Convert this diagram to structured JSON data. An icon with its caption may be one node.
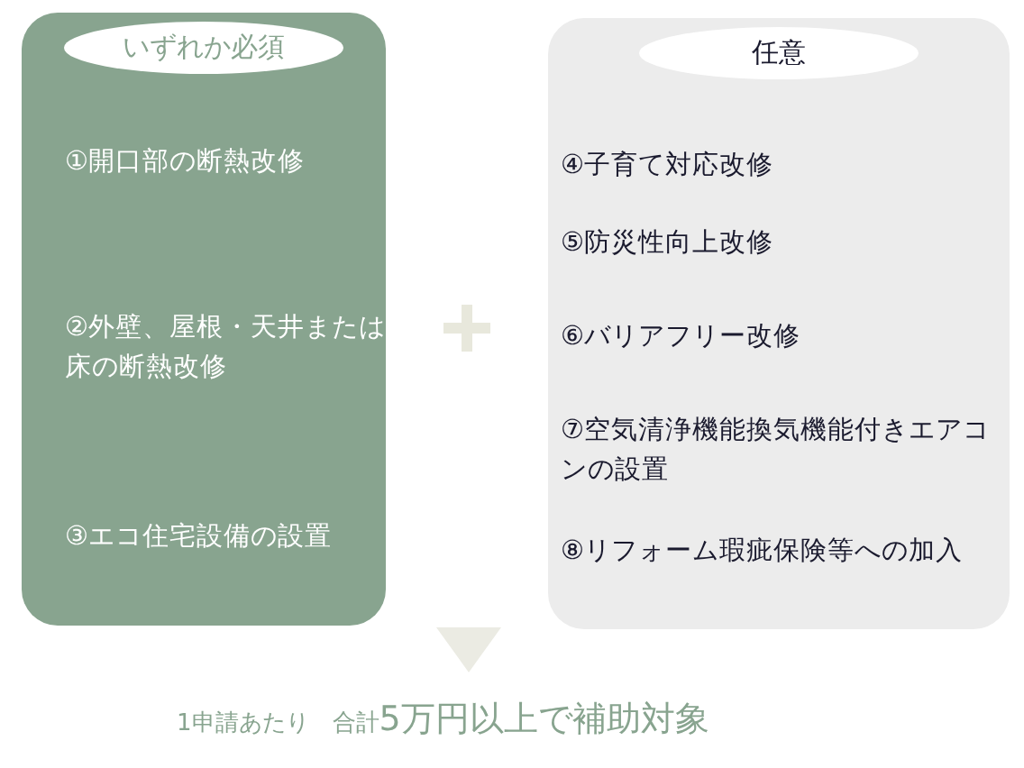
{
  "diagram": {
    "nodes": [
      {
        "text": [
          "いずれか必須",
          "①開口部の断熱改修",
          "②外壁、屋根・天井または床の断熱改修",
          "③エコ住宅設備の設置"
        ]
      },
      {
        "text": [
          "任意",
          "④子育て対応改修",
          "⑤防災性向上改修",
          "⑥バリアフリー改修",
          "⑦空気清浄機能換気機能付きエアコンの設置",
          "⑧リフォーム瑕疵保険等への加入"
        ]
      },
      {
        "text": [
          "1申請あたり　合計",
          "5万円以上で補助対象"
        ]
      }
    ],
    "edges": [
      {
        "from": null,
        "to": 2,
        "arrow": "to"
      }
    ]
  }
}
